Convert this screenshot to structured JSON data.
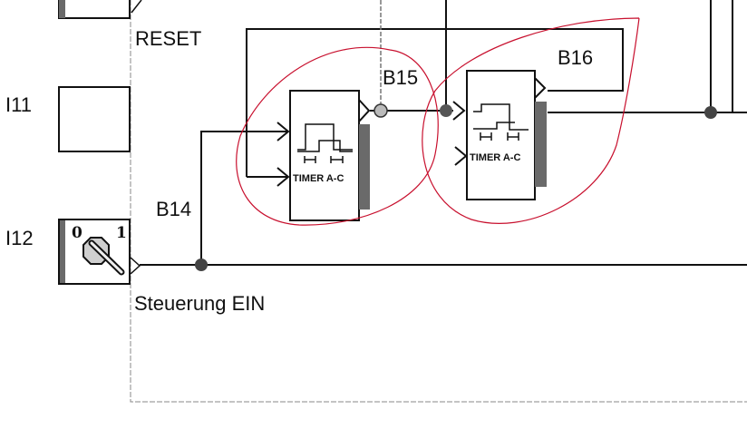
{
  "labels": {
    "reset": "RESET",
    "i11": "I11",
    "i12": "I12",
    "b14": "B14",
    "b15": "B15",
    "b16": "B16",
    "steuerung": "Steuerung EIN"
  },
  "switch": {
    "pos0": "0",
    "pos1": "1"
  },
  "timers": [
    {
      "label": "TIMER A-C"
    },
    {
      "label": "TIMER A-C"
    }
  ],
  "colors": {
    "wire": "#111111",
    "annotation": "#c8102e",
    "strip": "#6a6a6a"
  }
}
